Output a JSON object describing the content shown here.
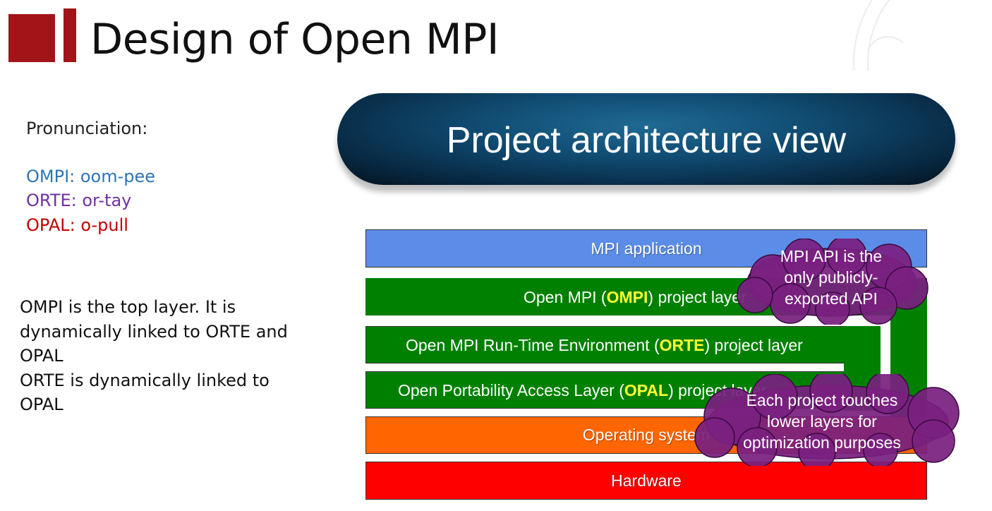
{
  "slide": {
    "title": "Design of Open MPI",
    "pronunciation_label": "Pronunciation:",
    "pronunciations": {
      "ompi": "OMPI: oom-pee",
      "orte": "ORTE: or-tay",
      "opal": "OPAL: o-pull"
    },
    "description_lines": [
      "OMPI is the top layer. It is",
      "dynamically linked to ORTE and",
      "OPAL",
      "ORTE is dynamically linked to",
      "OPAL"
    ]
  },
  "diagram": {
    "banner": "Project architecture view",
    "layers": {
      "app": "MPI application",
      "ompi": {
        "pre": "Open MPI (",
        "key": "OMPI",
        "post": ") project layer"
      },
      "orte": {
        "pre": "Open MPI Run-Time Environment (",
        "key": "ORTE",
        "post": ") project layer"
      },
      "opal": {
        "pre": "Open Portability Access Layer (",
        "key": "OPAL",
        "post": ") project layer"
      },
      "os": "Operating system",
      "hw": "Hardware"
    },
    "callouts": {
      "api": [
        "MPI API is the",
        "only publicly-",
        "exported API"
      ],
      "touch": [
        "Each project touches",
        "lower layers for",
        "optimization purposes"
      ]
    },
    "colors": {
      "brand_red": "#a31419",
      "app": "#5b8de8",
      "project_layer": "#008000",
      "os": "#ff6600",
      "hardware": "#ff0000",
      "cloud": "#7a2080",
      "highlight": "#ffff33"
    }
  }
}
